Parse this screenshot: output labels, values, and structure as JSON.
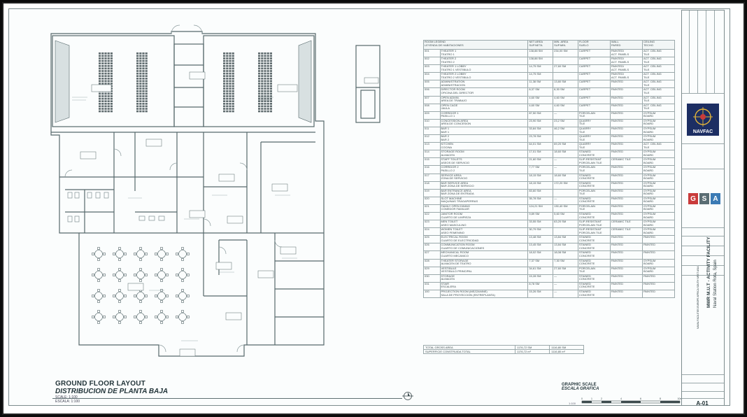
{
  "plan": {
    "title_en": "GROUND FLOOR LAYOUT",
    "title_es": "DISTRIBUCION DE PLANTA BAJA",
    "scale_en": "SCALE: 1:100",
    "scale_es": "ESCALA: 1:100"
  },
  "legend": {
    "headers": [
      "ROOM LEGEND\nLEYENDA DE HABITACIONES",
      "NET AREA\nSUP.NETA",
      "MIN. AREA\nSUP.MIN.",
      "FLOOR\nSUELO",
      "WALL\nPARED",
      "CEILING\nTECHO"
    ],
    "rows": [
      [
        "001",
        "THEATER 1\nTEATRO 1",
        "138,88 SM",
        "234,00 SM",
        "CARPET",
        "PAINTED/\nACT. PANELS",
        "ACT. CEILING\nTILE"
      ],
      [
        "002",
        "THEATER 2\nTEATRO 2",
        "138,88 SM",
        "",
        "CARPET",
        "PAINTED/\nACT. PANELS",
        "ACT. CEILING\nTILE"
      ],
      [
        "003",
        "THEATER 1 LOBBY\nTEATRO 1 VESTIBULO",
        "14,75 SM",
        "27,60 SM",
        "CARPET",
        "PAINTED/\nACT. PANELS",
        "ACT. CEILING\nTILE"
      ],
      [
        "004",
        "THEATER 2 LOBBY\nTEATRO 2 VESTIBULO",
        "14,75 SM",
        "",
        "CARPET",
        "PAINTED/\nACT. PANELS",
        "ACT. CEILING\nTILE"
      ],
      [
        "005",
        "ADMINISTRATION\nADMINISTRACION",
        "11,38 SM",
        "13,80 SM",
        "CARPET",
        "PAINTED",
        "ACT. CEILING\nTILE"
      ],
      [
        "006",
        "DIRECTOR ROOM\nOFICINA DEL DIRECTOR",
        "8,37 SM",
        "8,30 SM",
        "CARPET",
        "PAINTED",
        "ACT. CEILING\nTILE"
      ],
      [
        "007",
        "OPEN ADMIN.\nAREA DE TRABAJO",
        "4,60 SM",
        "4,60 SM",
        "CARPET",
        "PAINTED",
        "ACT. CEILING\nTILE"
      ],
      [
        "008",
        "OPEN CAGE\nJAULA",
        "4,60 SM",
        "4,60 SM",
        "CARPET",
        "PAINTED",
        "ACT. CEILING\nTILE"
      ],
      [
        "009",
        "CORRIDOR 1\nPASILLO 1",
        "87,50 SM",
        "—",
        "PORCELAIN\nTILE",
        "PAINTED",
        "GYPSUM\nBOARD"
      ],
      [
        "010",
        "CONCESSION AREA\nAREA DE CONCESION",
        "23,90 SM",
        "23,2 SM",
        "QUARRY\nTILE",
        "PAINTED",
        "GYPSUM\nBOARD"
      ],
      [
        "011",
        "BAR 1\nBAR 1",
        "33,84 SM",
        "46,2 SM",
        "QUARRY\nTILE",
        "PAINTED",
        "GYPSUM\nBOARD"
      ],
      [
        "012",
        "BAR 2\nBAR 2",
        "23,78 SM",
        "",
        "QUARRY\nTILE",
        "PAINTED",
        "GYPSUM\nBOARD"
      ],
      [
        "013",
        "KITCHEN\nCOCINA",
        "64,01 SM",
        "69,20 SM",
        "QUARRY\nTILE",
        "PAINTED",
        "ACT. CEILING\nTILE"
      ],
      [
        "014",
        "STORAGE ROOM\nALMACEN",
        "17,01 SM",
        "18,60 SM",
        "STAINED\nCONCRETE",
        "PAINTED",
        "GYPSUM\nBOARD"
      ],
      [
        "015",
        "STAFF TOILETS\nASEOS DE SERVICIO",
        "21,60 SM",
        "—",
        "SLIP-RESISTANT\nPORCELAIN TILE",
        "CERAMIC TILE",
        "GYPSUM\nBOARD"
      ],
      [
        "016",
        "CORRIDOR 2\nPASILLO 2",
        "7,77 SM",
        "—",
        "PORCELAIN\nTILE",
        "PAINTED",
        "GYPSUM\nBOARD"
      ],
      [
        "017",
        "SERVICE AREA\nZONA DE SERVICIO",
        "18,15 SM",
        "18,60 SM",
        "STAINED\nCONCRETE",
        "PAINTED",
        "GYPSUM\nBOARD"
      ],
      [
        "018",
        "BAR SERVICE AREA\nBAR ZONA DE SERVICIO",
        "18,15 SM",
        "172,20 SM",
        "STAINED\nCONCRETE",
        "PAINTED",
        "GYPSUM\nBOARD"
      ],
      [
        "019",
        "BAR ENTRANCE AREA\nBAR ZONA DE ENTRADA",
        "83,60 SM",
        "",
        "PORCELAIN\nTILE",
        "PAINTED",
        "GYPSUM\nBOARD"
      ],
      [
        "020",
        "SLOT MACHINE\nMAQUINAS TRAGAPERRAS",
        "35,78 SM",
        "—",
        "STAINED\nCONCRETE",
        "PAINTED",
        "GYPSUM\nBOARD"
      ],
      [
        "021",
        "FAMILY OPEN DINING\nCOMEDOR FAMILIAR",
        "124,21 SM",
        "130,40 SM",
        "PORCELAIN\nTILE",
        "PAINTED",
        "GYPSUM\nBOARD"
      ],
      [
        "022",
        "JANITOR ROOM\nCUARTO DE LIMPIEZA",
        "9,89 SM",
        "5,60 SM",
        "STAINED\nCONCRETE",
        "PAINTED",
        "GYPSUM\nBOARD"
      ],
      [
        "023",
        "MEN TOILET\nASEO MASCULINO",
        "33,55 SM",
        "63,20 SM",
        "SLIP-RESISTANT\nPORCELAIN TILE",
        "CERAMIC TILE",
        "GYPSUM\nBOARD"
      ],
      [
        "024",
        "WOMEN TOILET\nASEO FEMENINO",
        "30,79 SM",
        "",
        "SLIP-RESISTANT\nPORCELAIN TILE",
        "CERAMIC TILE",
        "GYPSUM\nBOARD"
      ],
      [
        "025",
        "ELECTRICAL ROOM\nCUARTO DE ELECTRICIDAD",
        "13,48 SM",
        "13,84 SM",
        "STAINED\nCONCRETE",
        "PAINTED",
        "PAINTED"
      ],
      [
        "026",
        "COMMUNICATION ROOM\nCUARTO DE COMUNICACIONES",
        "13,45 SM",
        "13,84 SM",
        "STAINED\nCONCRETE",
        "PAINTED",
        "PAINTED"
      ],
      [
        "027",
        "MECHANICAL ROOM\nCUARTO MECANICO",
        "18,02 SM",
        "18,08 SM",
        "STAINED\nCONCRETE",
        "PAINTED",
        "PAINTED"
      ],
      [
        "028",
        "THEATER STORAGE\nALMACEN DE TEATRO",
        "7,37 SM",
        "7,30 SM",
        "STAINED\nCONCRETE",
        "PAINTED",
        "GYPSUM\nBOARD"
      ],
      [
        "029",
        "VESTIBULE\nVESTIBULO PRINCIPAL",
        "34,61 SM",
        "27,60 SM",
        "PORCELAIN\nTILE",
        "PAINTED",
        "GYPSUM\nBOARD"
      ],
      [
        "030",
        "STORAGE\nALMACEN",
        "15,28 SM",
        "—",
        "STAINED\nCONCRETE",
        "PAINTED",
        "PAINTED"
      ],
      [
        "031",
        "STAIR\nESCALERA",
        "8,78 SM",
        "—",
        "STAINED\nCONCRETE",
        "PAINTED",
        "PAINTED"
      ],
      [
        "100",
        "PROJECTION ROOM (MEZZANINE)\nSALA DE PROYECCION (ENTREPLANTA)",
        "15,26 SM",
        "—",
        "STAINED\nCONCRETE",
        "PAINTED",
        "PAINTED"
      ]
    ]
  },
  "totals": {
    "rows": [
      [
        "TOTAL GROSS AREA",
        "1176,72 SM",
        "1116,80 SM"
      ],
      [
        "SUPERFICIE CONSTRUIDA TOTAL",
        "1176,72 m²",
        "1116,80 m²"
      ]
    ]
  },
  "graphic_scale": {
    "title_en": "GRAPHIC SCALE",
    "title_es": "ESCALA GRAFICA",
    "ratio": "1:100",
    "ticks": [
      "0",
      "1",
      "2",
      "4",
      "6",
      "8",
      "10m"
    ]
  },
  "title_block": {
    "navfac_label": "NAVFAC",
    "gsa_letters": [
      "G",
      "S",
      "A"
    ],
    "gsa_colors": [
      "#c93b3b",
      "#5a6d73",
      "#3b7bb5"
    ],
    "project_title": "MWR M.U.T - ACTIVITY FACILITY",
    "location": "Naval Station Rota, Spain",
    "agency": "NAVAL FACILITIES EUROPE AFRICA SOUTH WEST ASIA",
    "sheet_no": "A-01"
  },
  "colors": {
    "line": "#56686b",
    "seats": "#5f6b6e",
    "stage": "#d8e0e1"
  }
}
